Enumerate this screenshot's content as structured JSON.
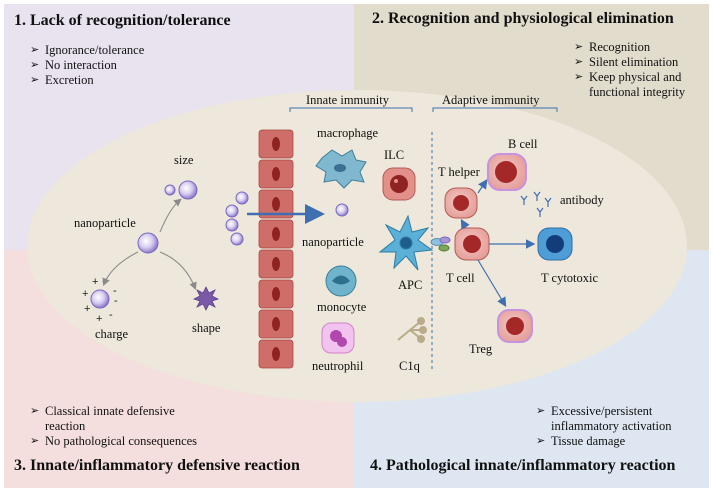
{
  "quadrants": [
    {
      "title": "1. Lack of recognition/tolerance",
      "color": "#e9e2ef",
      "bullets": [
        "Ignorance/tolerance",
        "No interaction",
        "Excretion"
      ]
    },
    {
      "title": "2. Recognition and physiological elimination",
      "color": "#e2dccd",
      "bullets": [
        "Recognition",
        "Silent elimination",
        "Keep physical and functional integrity"
      ]
    },
    {
      "title": "3. Innate/inflammatory defensive reaction",
      "color": "#f5dede",
      "bullets": [
        "Classical innate defensive reaction",
        "No pathological consequences"
      ]
    },
    {
      "title": "4. Pathological innate/inflammatory reaction",
      "color": "#dde6f1",
      "bullets": [
        "Excessive/persistent inflammatory activation",
        "Tissue damage"
      ]
    }
  ],
  "labels": {
    "size": "size",
    "nanoparticle_left": "nanoparticle",
    "charge": "charge",
    "shape": "shape",
    "innate_immunity": "Innate immunity",
    "adaptive_immunity": "Adaptive immunity",
    "macrophage": "macrophage",
    "ilc": "ILC",
    "nanoparticle_mid": "nanoparticle",
    "apc": "APC",
    "monocyte": "monocyte",
    "neutrophil": "neutrophil",
    "c1q": "C1q",
    "b_cell": "B cell",
    "t_helper": "T helper",
    "antibody": "antibody",
    "t_cell": "T cell",
    "t_cytotoxic": "T cytotoxic",
    "treg": "Treg"
  },
  "colors": {
    "ellipse": "#ede8db",
    "arrow_blue": "#3f6fb0",
    "tissue_cell": "#cf6e68",
    "nucleus": "#8f2222",
    "nanoparticle": "#a895d6"
  }
}
